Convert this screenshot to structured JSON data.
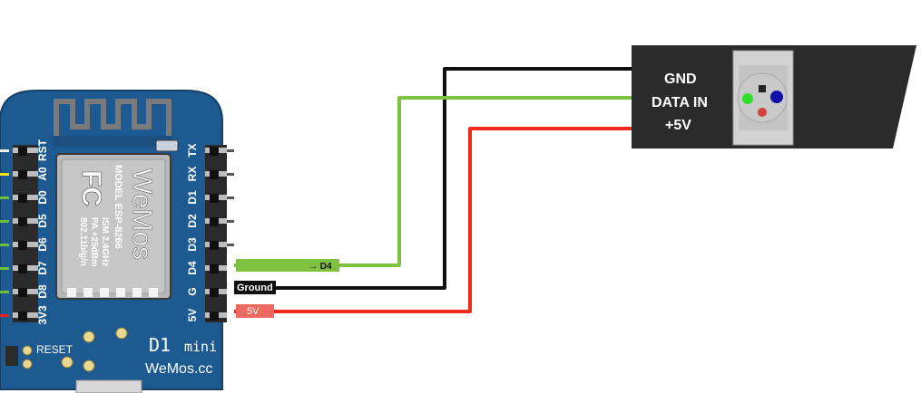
{
  "board": {
    "left_pins": [
      "RST",
      "A0",
      "D0",
      "D5",
      "D6",
      "D7",
      "D8",
      "3V3"
    ],
    "right_pins": [
      "TX",
      "RX",
      "D1",
      "D2",
      "D3",
      "D4",
      "G",
      "5V"
    ],
    "module_model": "MODEL ESP-8266",
    "module_specs": [
      "ISM 2.4GHz",
      "PA +25dBm",
      "802.11b/g/n"
    ],
    "fcc_logo": "FC",
    "brand_logo": "WeMos",
    "reset_label": "RESET",
    "name": "D1",
    "name_suffix": "mini",
    "site": "WeMos.cc"
  },
  "wires": {
    "data_tag": "→ D4",
    "ground_tag": "Ground",
    "power_tag": "5V"
  },
  "strip": {
    "gnd": "GND",
    "data_in": "DATA IN",
    "vcc": "+5V"
  },
  "colors": {
    "board": "#1d5a92",
    "data_wire": "#7fc241",
    "ground_wire": "#111111",
    "power_wire": "#ee2a1c",
    "strip": "#2b2b2b"
  }
}
